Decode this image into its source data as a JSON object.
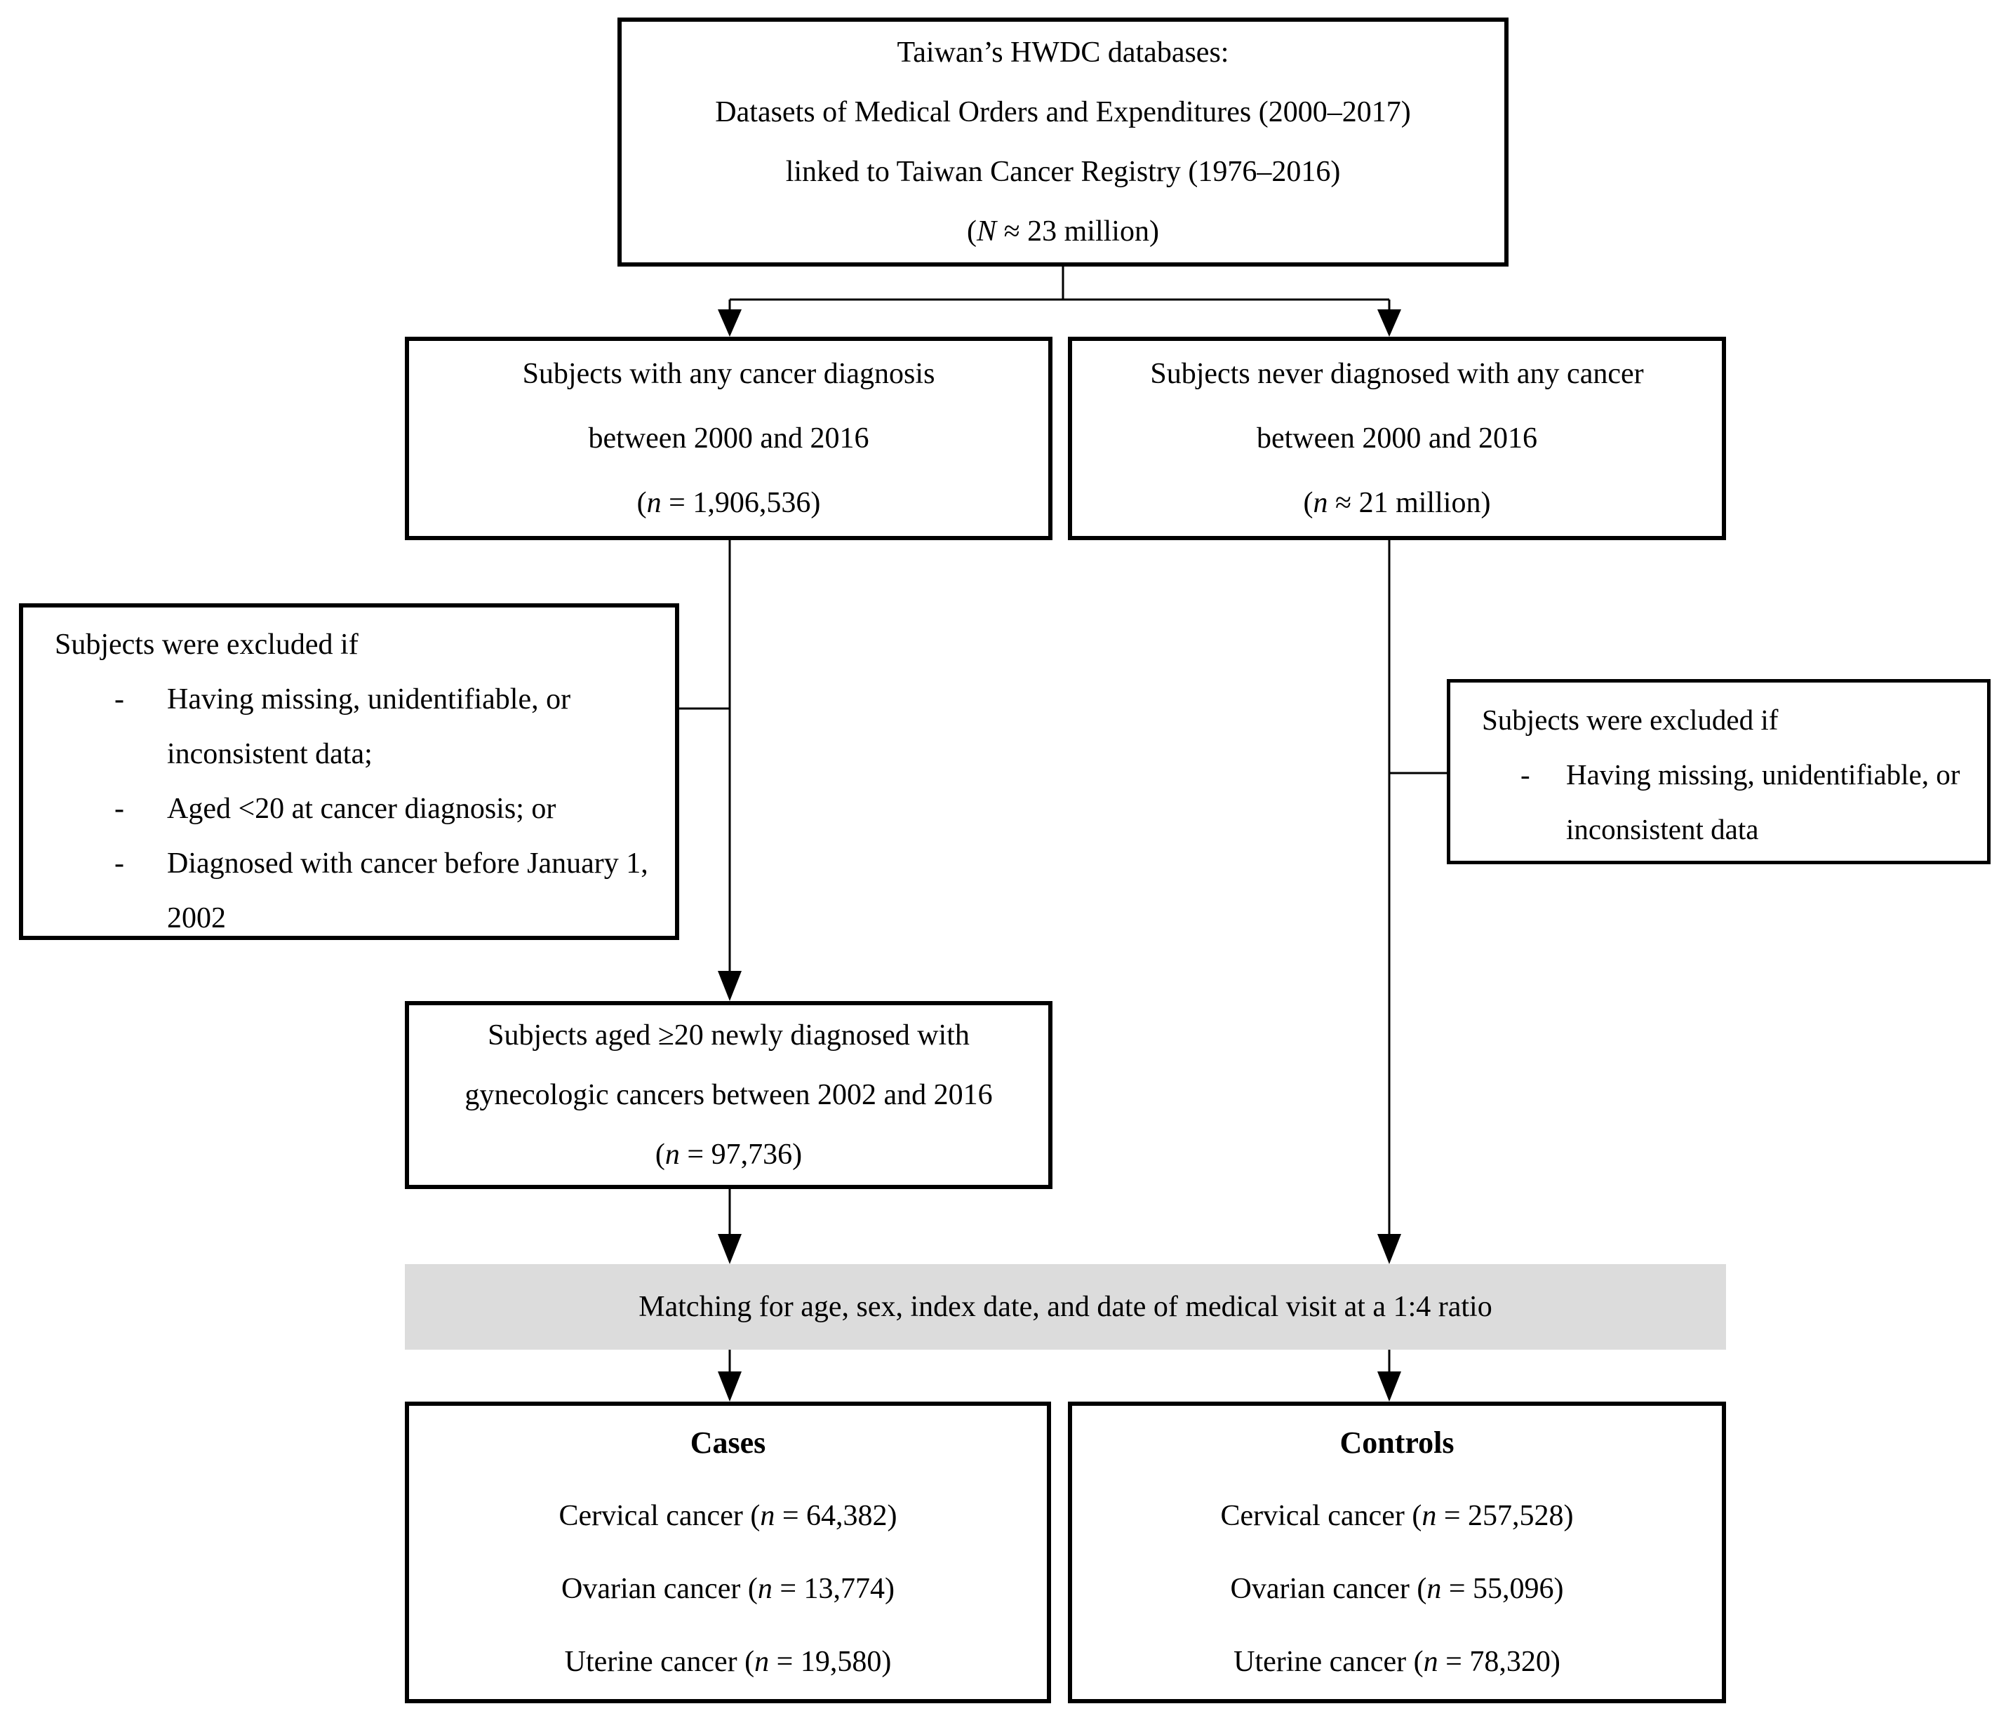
{
  "diagram": {
    "top_box": {
      "lines": [
        "Taiwan’s HWDC databases:",
        "Datasets of Medical Orders and Expenditures (2000–2017)",
        "linked to Taiwan Cancer Registry (1976–2016)",
        "(N ≈ 23 million)"
      ]
    },
    "branch_left_box": {
      "lines": [
        "Subjects with any cancer diagnosis",
        "between 2000 and 2016",
        "(n = 1,906,536)"
      ]
    },
    "branch_right_box": {
      "lines": [
        "Subjects never diagnosed with any cancer",
        "between 2000 and 2016",
        "(n ≈ 21 million)"
      ]
    },
    "left_exclusion_box": {
      "title": "Subjects were excluded if",
      "bullet_marker": "-",
      "bullets": [
        "Having missing, unidentifiable, or inconsistent data;",
        "Aged <20 at cancer diagnosis; or",
        "Diagnosed with cancer before January 1, 2002"
      ]
    },
    "right_exclusion_box": {
      "title": "Subjects were excluded if",
      "bullet_marker": "-",
      "bullets": [
        "Having missing, unidentifiable, or inconsistent data"
      ]
    },
    "eligible_box": {
      "lines": [
        "Subjects aged ≥20 newly diagnosed with",
        "gynecologic cancers between 2002 and 2016",
        "(n = 97,736)"
      ]
    },
    "matching_bar": {
      "text": "Matching for age, sex, index date, and date of medical visit at a 1:4 ratio"
    },
    "cases_box": {
      "title": "Cases",
      "lines": [
        "Cervical cancer (n = 64,382)",
        "Ovarian cancer (n = 13,774)",
        "Uterine cancer (n = 19,580)"
      ]
    },
    "controls_box": {
      "title": "Controls",
      "lines": [
        "Cervical cancer (n = 257,528)",
        "Ovarian cancer (n = 55,096)",
        "Uterine cancer (n = 78,320)"
      ]
    },
    "colors": {
      "box_border": "#000000",
      "matching_bar_bg": "#dcdcdc",
      "background": "#ffffff",
      "text": "#000000"
    }
  }
}
